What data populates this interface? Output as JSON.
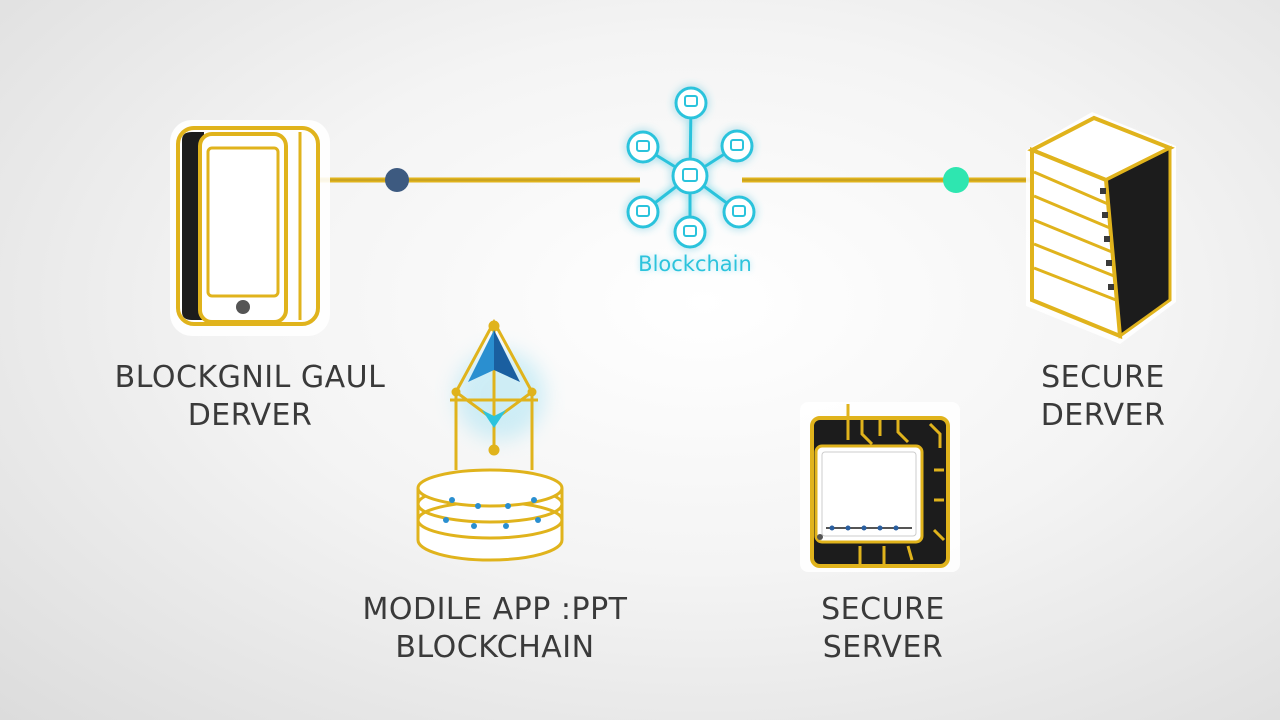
{
  "colors": {
    "gold": "#e0b31c",
    "cyan": "#2cc3dc",
    "dark_node": "#3d5a80",
    "green_node": "#2ee6b0",
    "text": "#3a3a3a"
  },
  "hub": {
    "label": "Blockchain",
    "icon": "blockchain-network-icon"
  },
  "labels": {
    "phone": {
      "line1": "BLOCKGNIL GAUL",
      "line2": "DERVER"
    },
    "server_right": {
      "line1": "SECURE",
      "line2": "DERVER"
    },
    "app": {
      "line1": "MODILE APP :PPT",
      "line2": "BLOCKCHAIN"
    },
    "server_bottom": {
      "line1": "SECURE",
      "line2": "SERVER"
    }
  },
  "icons": [
    "smartphone-icon",
    "server-rack-icon",
    "ethereum-database-icon",
    "secure-chip-server-icon"
  ]
}
